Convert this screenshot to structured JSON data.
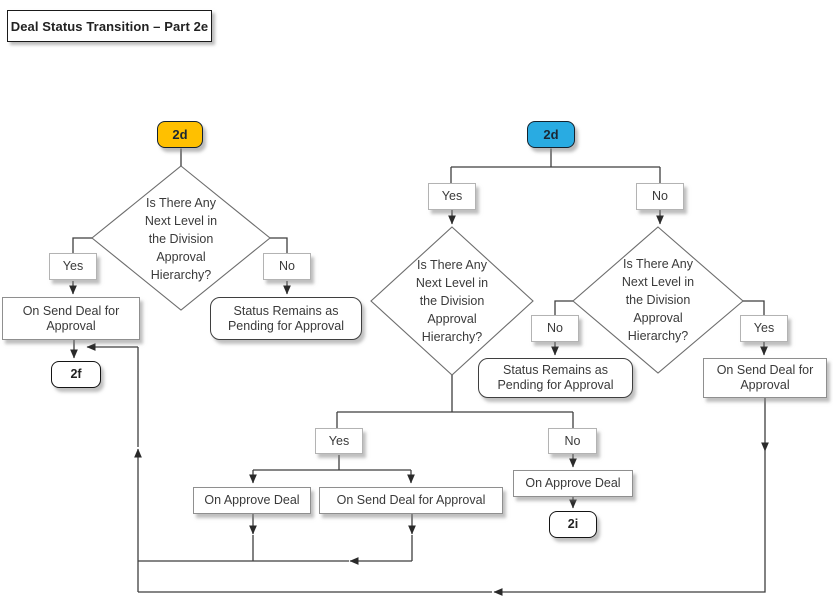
{
  "title": "Deal Status Transition – Part 2e",
  "colors": {
    "start_left_fill": "#FFC000",
    "start_right_fill": "#29ABE2",
    "connector": "#3f3f3f"
  },
  "nodes": {
    "start_left": {
      "label": "2d"
    },
    "start_right": {
      "label": "2d"
    },
    "decision_left": {
      "label": "Is There Any Next Level in the Division Approval Hierarchy?"
    },
    "decision_mid": {
      "label": "Is There Any Next Level in the Division Approval Hierarchy?"
    },
    "decision_right": {
      "label": "Is There Any Next Level in the Division Approval Hierarchy?"
    },
    "labels": {
      "yes_left": "Yes",
      "no_left": "No",
      "yes_mid_top": "Yes",
      "no_right_top": "No",
      "no_mid": "No",
      "yes_right": "Yes",
      "yes_bottom": "Yes",
      "no_bottom": "No"
    },
    "send_left": {
      "label": "On Send Deal for Approval"
    },
    "status_left": {
      "label": "Status Remains as Pending for Approval"
    },
    "status_mid": {
      "label": "Status Remains as Pending for Approval"
    },
    "send_right": {
      "label": "On Send Deal for Approval"
    },
    "approve_bottom_left": {
      "label": "On Approve Deal"
    },
    "send_bottom_mid": {
      "label": "On Send Deal for Approval"
    },
    "approve_bottom_right": {
      "label": "On Approve Deal"
    },
    "ref_2f": {
      "label": "2f"
    },
    "ref_2i": {
      "label": "2i"
    }
  }
}
